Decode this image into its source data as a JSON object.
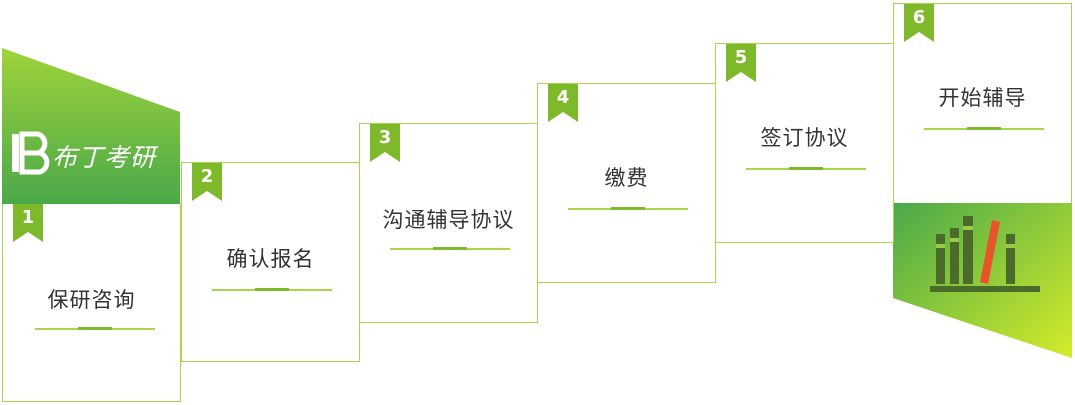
{
  "brand": {
    "name": "布丁考研"
  },
  "steps": [
    {
      "number": "1",
      "label": "保研咨询"
    },
    {
      "number": "2",
      "label": "确认报名"
    },
    {
      "number": "3",
      "label": "沟通辅导协议"
    },
    {
      "number": "4",
      "label": "缴费"
    },
    {
      "number": "5",
      "label": "签订协议"
    },
    {
      "number": "6",
      "label": "开始辅导"
    }
  ],
  "colors": {
    "accent": "#a8d84a",
    "dark_green": "#4caf50",
    "lime": "#cde82a",
    "bookshelf_red": "#e8542a"
  },
  "icons": {
    "finish_icon": "bookshelf-icon",
    "brand_icon": "b-logo-icon"
  }
}
